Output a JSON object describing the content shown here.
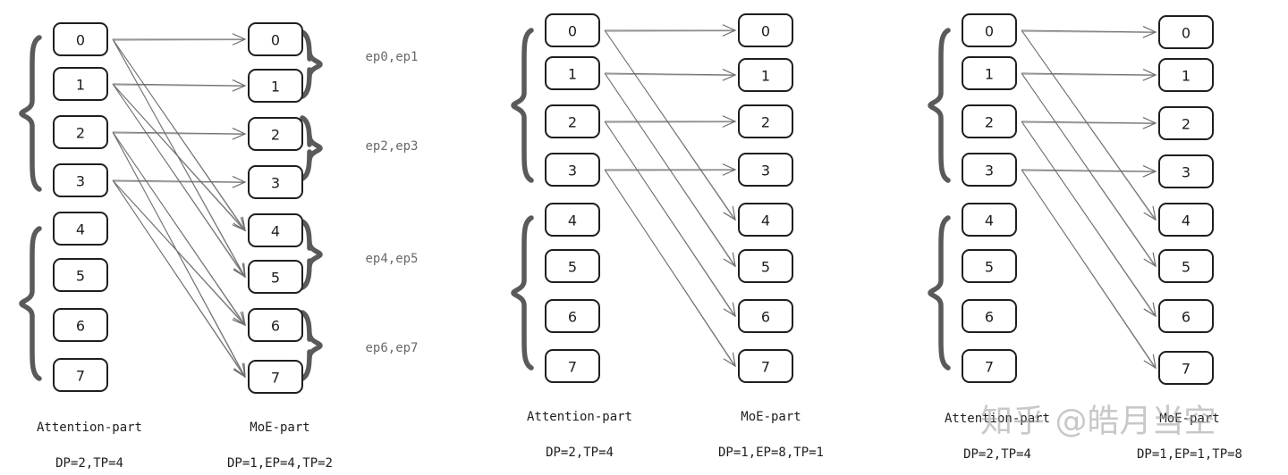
{
  "panels": [
    {
      "id": "panel-1",
      "left_label": "Attention-part",
      "right_label": "MoE-part",
      "left_config": "DP=2,TP=4",
      "right_config": "DP=1,EP=4,TP=2",
      "left_boxes": [
        "0",
        "1",
        "2",
        "3",
        "4",
        "5",
        "6",
        "7"
      ],
      "right_boxes": [
        "0",
        "1",
        "2",
        "3",
        "4",
        "5",
        "6",
        "7"
      ],
      "ep_groups": [
        "ep0,ep1",
        "ep2,ep3",
        "ep4,ep5",
        "ep6,ep7"
      ],
      "connections": [
        [
          0,
          0
        ],
        [
          0,
          4
        ],
        [
          0,
          5
        ],
        [
          1,
          1
        ],
        [
          1,
          4
        ],
        [
          1,
          5
        ],
        [
          2,
          2
        ],
        [
          2,
          6
        ],
        [
          2,
          7
        ],
        [
          3,
          3
        ],
        [
          3,
          6
        ],
        [
          3,
          7
        ]
      ]
    },
    {
      "id": "panel-2",
      "left_label": "Attention-part",
      "right_label": "MoE-part",
      "left_config": "DP=2,TP=4",
      "right_config": "DP=1,EP=8,TP=1",
      "left_boxes": [
        "0",
        "1",
        "2",
        "3",
        "4",
        "5",
        "6",
        "7"
      ],
      "right_boxes": [
        "0",
        "1",
        "2",
        "3",
        "4",
        "5",
        "6",
        "7"
      ],
      "ep_groups": [],
      "connections": [
        [
          0,
          0
        ],
        [
          0,
          4
        ],
        [
          1,
          1
        ],
        [
          1,
          5
        ],
        [
          2,
          2
        ],
        [
          2,
          6
        ],
        [
          3,
          3
        ],
        [
          3,
          7
        ]
      ]
    },
    {
      "id": "panel-3",
      "left_label": "Attention-part",
      "right_label": "MoE-part",
      "left_config": "DP=2,TP=4",
      "right_config": "DP=1,EP=1,TP=8",
      "left_boxes": [
        "0",
        "1",
        "2",
        "3",
        "4",
        "5",
        "6",
        "7"
      ],
      "right_boxes": [
        "0",
        "1",
        "2",
        "3",
        "4",
        "5",
        "6",
        "7"
      ],
      "ep_groups": [],
      "connections": [
        [
          0,
          0
        ],
        [
          0,
          4
        ],
        [
          1,
          1
        ],
        [
          1,
          5
        ],
        [
          2,
          2
        ],
        [
          2,
          6
        ],
        [
          3,
          3
        ],
        [
          3,
          7
        ]
      ]
    }
  ],
  "watermark": "知乎 @皓月当空"
}
